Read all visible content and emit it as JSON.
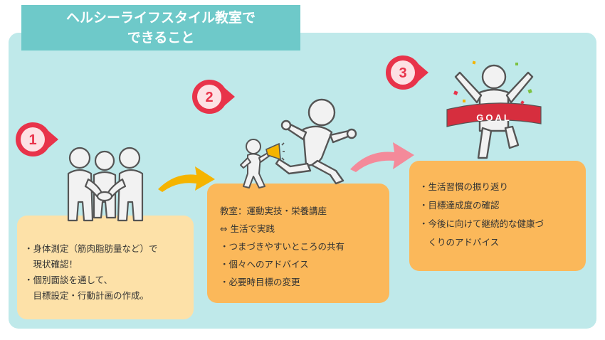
{
  "title": {
    "line1": "ヘルシーライフスタイル教室で",
    "line2": "できること"
  },
  "colors": {
    "panel": "#bfe9ea",
    "title_bg": "#6ec9c9",
    "marker": "#e8334a",
    "box_light": "#fde1a8",
    "box_orange": "#fbb85a",
    "arrow_yellow": "#f5b400",
    "arrow_pink": "#f48a9a"
  },
  "steps": [
    {
      "number": "1",
      "lines": [
        "・身体測定（筋肉脂肪量など）で",
        "　現状確認！",
        "・個別面談を通して、",
        "　目標設定・行動計画の作成。"
      ]
    },
    {
      "number": "2",
      "lines": [
        "教室：運動実技・栄養講座",
        "⇔ 生活で実践",
        "・つまづきやすいところの共有",
        "・個々へのアドバイス",
        "・必要時目標の変更"
      ]
    },
    {
      "number": "3",
      "lines": [
        "・生活習慣の振り返り",
        "・目標達成度の確認",
        "・今後に向けて継続的な健康づ",
        "　くりのアドバイス"
      ]
    }
  ],
  "goal_label": "GOAL",
  "icons": [
    "team-huddle-illustration",
    "cheering-megaphone-illustration",
    "running-person-illustration",
    "goal-celebration-illustration"
  ]
}
